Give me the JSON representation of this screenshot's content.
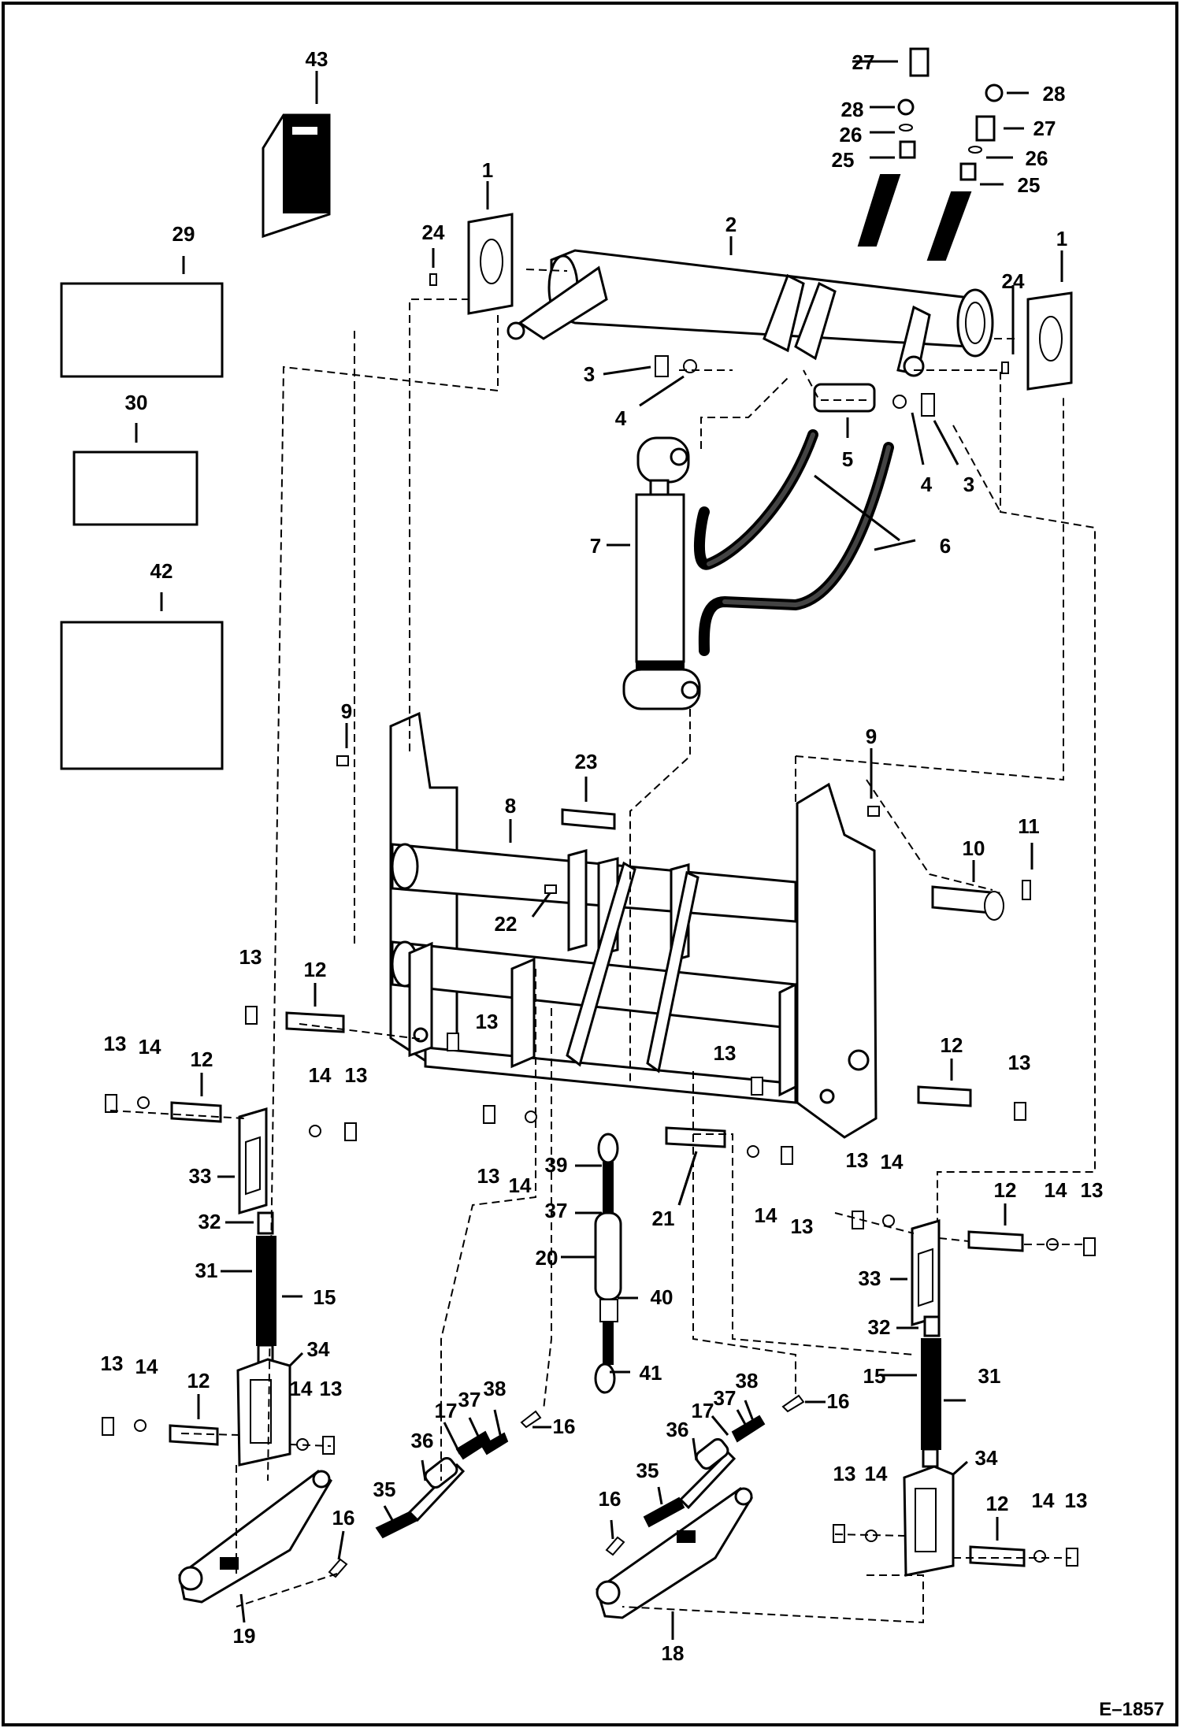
{
  "figure_number": "E–1857",
  "callouts": {
    "c1a": "1",
    "c1b": "1",
    "c2": "2",
    "c3a": "3",
    "c3b": "3",
    "c4a": "4",
    "c4b": "4",
    "c5": "5",
    "c6": "6",
    "c7": "7",
    "c8": "8",
    "c9a": "9",
    "c9b": "9",
    "c10": "10",
    "c11": "11",
    "c12a": "12",
    "c12b": "12",
    "c12c": "12",
    "c12d": "12",
    "c12e": "12",
    "c12f": "12",
    "c13a": "13",
    "c13b": "13",
    "c13c": "13",
    "c13d": "13",
    "c13e": "13",
    "c13f": "13",
    "c13g": "13",
    "c13h": "13",
    "c13i": "13",
    "c13j": "13",
    "c13k": "13",
    "c13l": "13",
    "c13m": "13",
    "c13n": "13",
    "c14a": "14",
    "c14b": "14",
    "c14c": "14",
    "c14d": "14",
    "c14e": "14",
    "c14f": "14",
    "c14g": "14",
    "c14h": "14",
    "c14i": "14",
    "c14j": "14",
    "c15a": "15",
    "c15b": "15",
    "c16a": "16",
    "c16b": "16",
    "c16c": "16",
    "c16d": "16",
    "c17a": "17",
    "c17b": "17",
    "c18": "18",
    "c19": "19",
    "c20": "20",
    "c21": "21",
    "c22": "22",
    "c23": "23",
    "c24a": "24",
    "c24b": "24",
    "c25a": "25",
    "c25b": "25",
    "c26a": "26",
    "c26b": "26",
    "c27a": "27",
    "c27b": "27",
    "c28a": "28",
    "c28b": "28",
    "c29": "29",
    "c30": "30",
    "c31a": "31",
    "c31b": "31",
    "c32a": "32",
    "c32b": "32",
    "c33a": "33",
    "c33b": "33",
    "c34a": "34",
    "c34b": "34",
    "c35a": "35",
    "c35b": "35",
    "c36a": "36",
    "c36b": "36",
    "c37a": "37",
    "c37b": "37",
    "c37c": "37",
    "c38a": "38",
    "c38b": "38",
    "c39": "39",
    "c40": "40",
    "c41": "41",
    "c42": "42",
    "c43": "43"
  }
}
